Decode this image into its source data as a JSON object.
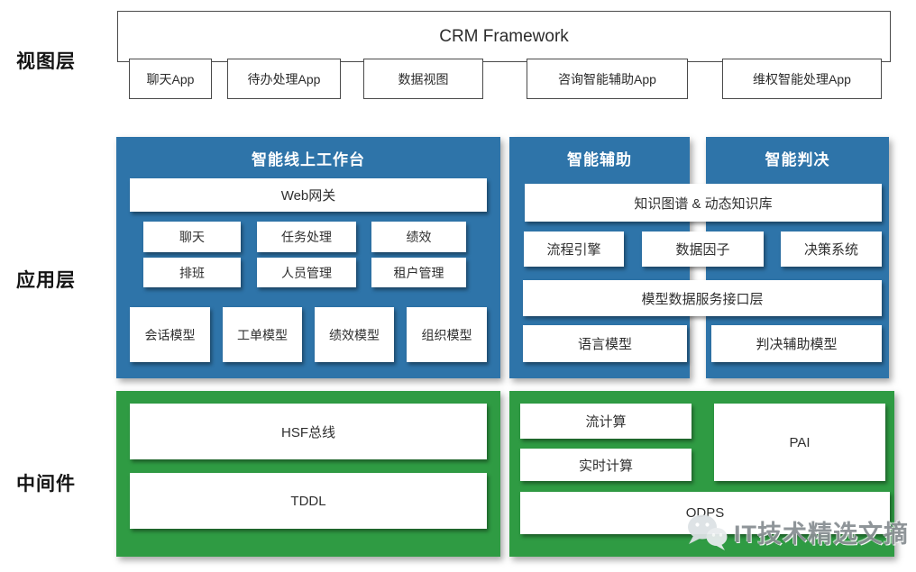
{
  "colors": {
    "blue": "#2e74a9",
    "green": "#2f9b43",
    "border_dark": "#4a4a4a",
    "text_dark": "#2f2f2f",
    "watermark_gray": "#8a9094"
  },
  "layer_labels": {
    "view": "视图层",
    "app": "应用层",
    "middleware": "中间件"
  },
  "view_layer": {
    "framework_title": "CRM Framework",
    "apps": [
      "聊天App",
      "待办处理App",
      "数据视图",
      "咨询智能辅助App",
      "维权智能处理App"
    ]
  },
  "app_layer": {
    "workbench": {
      "title": "智能线上工作台",
      "gateway": "Web网关",
      "row1": [
        "聊天",
        "任务处理",
        "绩效"
      ],
      "row2": [
        "排班",
        "人员管理",
        "租户管理"
      ],
      "models": [
        "会话模型",
        "工单模型",
        "绩效模型",
        "组织模型"
      ]
    },
    "assist_title": "智能辅助",
    "judge_title": "智能判决",
    "knowledge": "知识图谱 & 动态知识库",
    "engine_row": [
      "流程引擎",
      "数据因子",
      "决策系统"
    ],
    "interface_layer": "模型数据服务接口层",
    "language_model": "语言模型",
    "judge_model": "判决辅助模型"
  },
  "middleware_layer": {
    "hsf": "HSF总线",
    "tddl": "TDDL",
    "stream": "流计算",
    "realtime": "实时计算",
    "pai": "PAI",
    "odps": "ODPS"
  },
  "watermark": {
    "text": "IT技术精选文摘"
  }
}
